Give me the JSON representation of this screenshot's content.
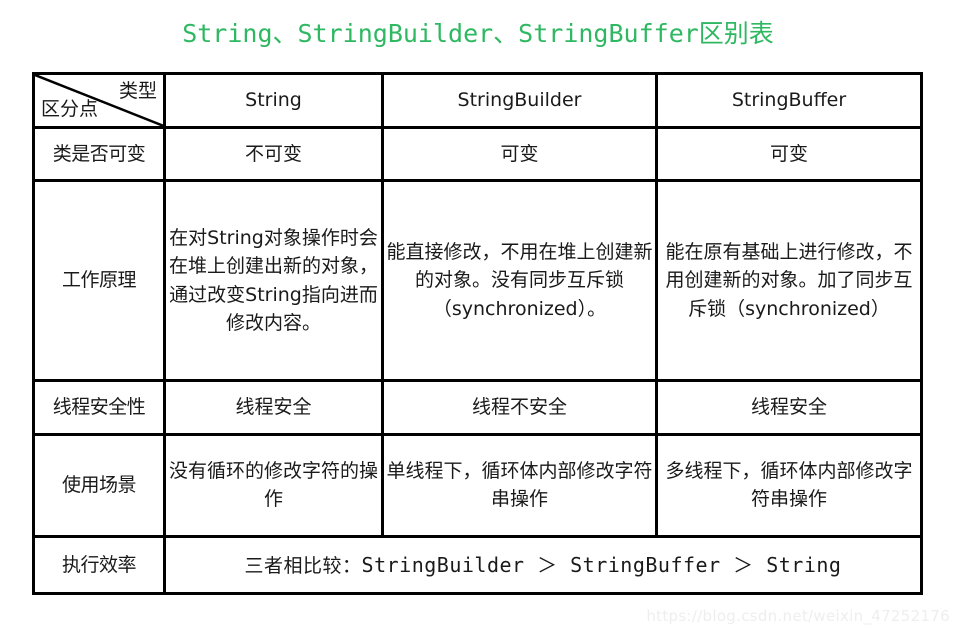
{
  "title": "String、StringBuilder、StringBuffer区别表",
  "colors": {
    "title_green": "#2fb862",
    "header_blue": "#0fa6f2",
    "border_black": "#000000",
    "text_black": "#1a1a1a",
    "watermark_gray": "#eeeeee"
  },
  "table": {
    "corner": {
      "top_right_label": "类型",
      "bottom_left_label": "区分点"
    },
    "headers": [
      "String",
      "StringBuilder",
      "StringBuffer"
    ],
    "rows": [
      {
        "label": "类是否可变",
        "cells": [
          "不可变",
          "可变",
          "可变"
        ]
      },
      {
        "label": "工作原理",
        "cells": [
          "在对String对象操作时会在堆上创建出新的对象，通过改变String指向进而修改内容。",
          "能直接修改，不用在堆上创建新的对象。没有同步互斥锁（synchronized）。",
          "能在原有基础上进行修改，不用创建新的对象。加了同步互斥锁（synchronized）"
        ]
      },
      {
        "label": "线程安全性",
        "cells": [
          "线程安全",
          "线程不安全",
          "线程安全"
        ]
      },
      {
        "label": "使用场景",
        "cells": [
          "没有循环的修改字符的操作",
          "单线程下，循环体内部修改字符串操作",
          "多线程下，循环体内部修改字符串操作"
        ]
      }
    ],
    "summary_row": {
      "label": "执行效率",
      "prefix": "三者相比较：",
      "expression": "StringBuilder ＞ StringBuffer ＞ String"
    }
  },
  "watermark": "https://blog.csdn.net/weixin_47252176"
}
